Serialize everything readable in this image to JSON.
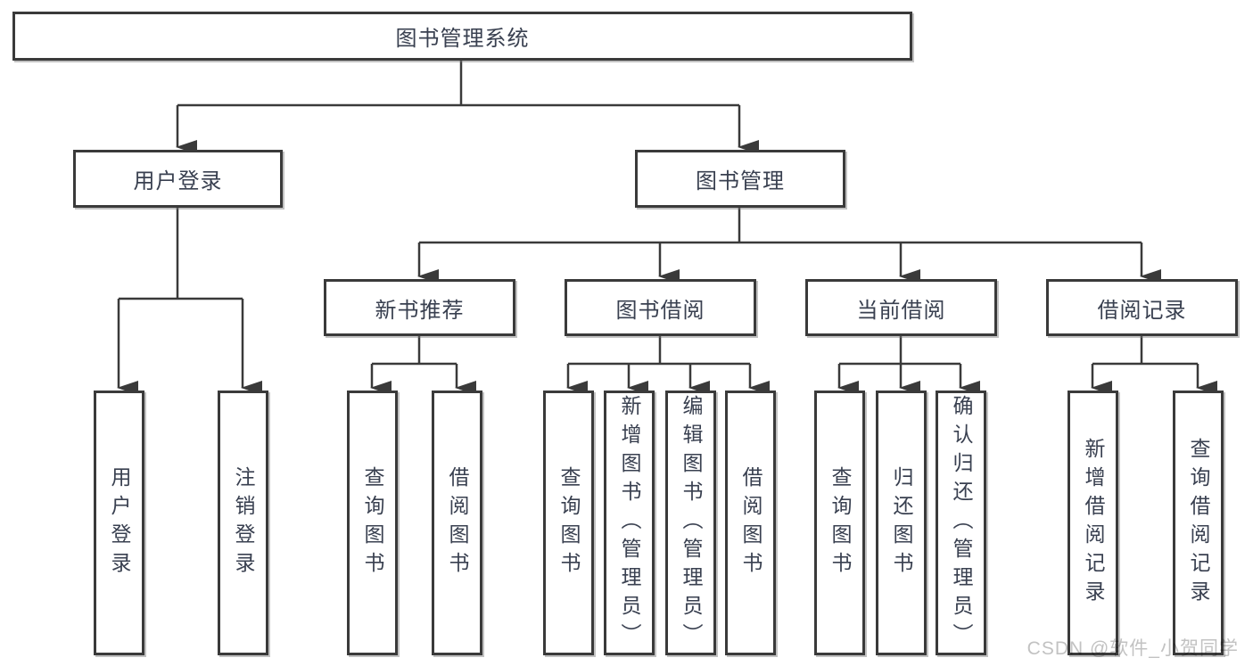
{
  "tree": {
    "label": "图书管理系统",
    "children": [
      {
        "label": "用户登录",
        "children": [
          {
            "label": "用户登录"
          },
          {
            "label": "注销登录"
          }
        ]
      },
      {
        "label": "图书管理",
        "children": [
          {
            "label": "新书推荐",
            "children": [
              {
                "label": "查询图书"
              },
              {
                "label": "借阅图书"
              }
            ]
          },
          {
            "label": "图书借阅",
            "children": [
              {
                "label": "查询图书"
              },
              {
                "label": "新增图书（管理员）"
              },
              {
                "label": "编辑图书（管理员）"
              },
              {
                "label": "借阅图书"
              }
            ]
          },
          {
            "label": "当前借阅",
            "children": [
              {
                "label": "查询图书"
              },
              {
                "label": "归还图书"
              },
              {
                "label": "确认归还（管理员）"
              }
            ]
          },
          {
            "label": "借阅记录",
            "children": [
              {
                "label": "新增借阅记录"
              },
              {
                "label": "查询借阅记录"
              }
            ]
          }
        ]
      }
    ]
  },
  "watermark": {
    "text": "CSDN @软件_小贺同学"
  },
  "colors": {
    "line": "#3a3a3a",
    "box_border": "#3a3a3a",
    "text": "#394050",
    "watermark": "#c2c2c2",
    "background": "#ffffff"
  }
}
